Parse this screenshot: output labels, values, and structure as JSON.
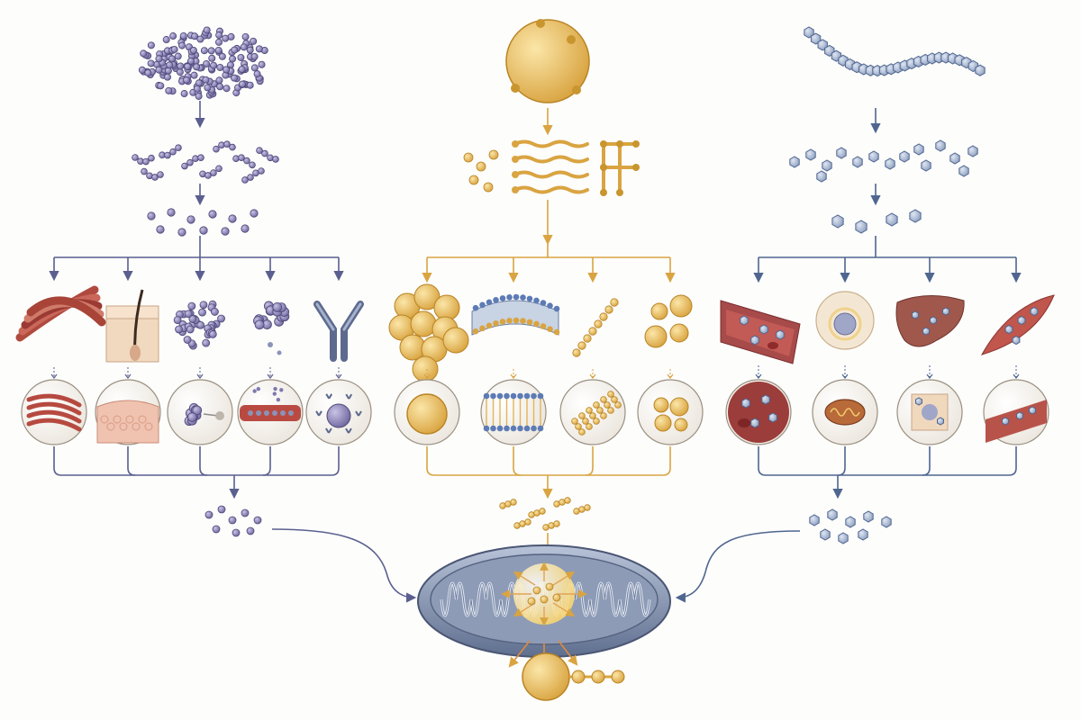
{
  "title": "",
  "colors": {
    "protein": "#5a5f8f",
    "protein_bead": "#8b84b8",
    "lipid": "#d9a441",
    "lipid_bead": "#f0c86a",
    "carb": "#4f668f",
    "carb_bead": "#a9b6cf",
    "tissue_red": "#a64a4a",
    "mito": "#6f7f9e"
  },
  "columns": [
    {
      "key": "protein",
      "source_icon": "protein-coil-icon",
      "intermediate_icon": "peptide-fragments-icon",
      "monomer_icon": "amino-acids-icon",
      "uses": [
        {
          "icon": "muscle-fibers-icon",
          "detail_icon": "muscle-cells-detail-icon"
        },
        {
          "icon": "skin-hair-icon",
          "detail_icon": "skin-tissue-detail-icon"
        },
        {
          "icon": "enzyme-icon",
          "detail_icon": "enzyme-binding-detail-icon"
        },
        {
          "icon": "hemoglobin-icon",
          "detail_icon": "blood-vessel-detail-icon"
        },
        {
          "icon": "antibody-icon",
          "detail_icon": "immune-cell-detail-icon"
        }
      ],
      "output_icon": "amino-acid-pool-icon"
    },
    {
      "key": "lipid",
      "source_icon": "fat-droplet-icon",
      "intermediate_icon": "glycerol-fatty-acids-icon",
      "uses": [
        {
          "icon": "adipose-cluster-icon",
          "detail_icon": "fat-cell-detail-icon"
        },
        {
          "icon": "cell-membrane-icon",
          "detail_icon": "membrane-detail-icon"
        },
        {
          "icon": "lipid-chain-icon",
          "detail_icon": "chain-detail-icon"
        },
        {
          "icon": "lipid-droplets-icon",
          "detail_icon": "droplets-detail-icon"
        }
      ],
      "output_icon": "fatty-acid-fragments-icon"
    },
    {
      "key": "carbohydrate",
      "source_icon": "polysaccharide-chain-icon",
      "intermediate_icon": "oligosaccharides-icon",
      "monomer_icon": "glucose-units-icon",
      "uses": [
        {
          "icon": "blood-vessel-icon",
          "detail_icon": "blood-cells-detail-icon"
        },
        {
          "icon": "brain-cell-icon",
          "detail_icon": "mitochondrion-detail-icon"
        },
        {
          "icon": "liver-icon",
          "detail_icon": "liver-cell-detail-icon"
        },
        {
          "icon": "muscle-glycogen-icon",
          "detail_icon": "muscle-glycogen-detail-icon"
        }
      ],
      "output_icon": "glucose-pool-icon"
    }
  ],
  "center": {
    "organelle_icon": "mitochondrion-icon",
    "energy_icon": "energy-burst-icon",
    "product_icon": "atp-molecule-icon"
  }
}
